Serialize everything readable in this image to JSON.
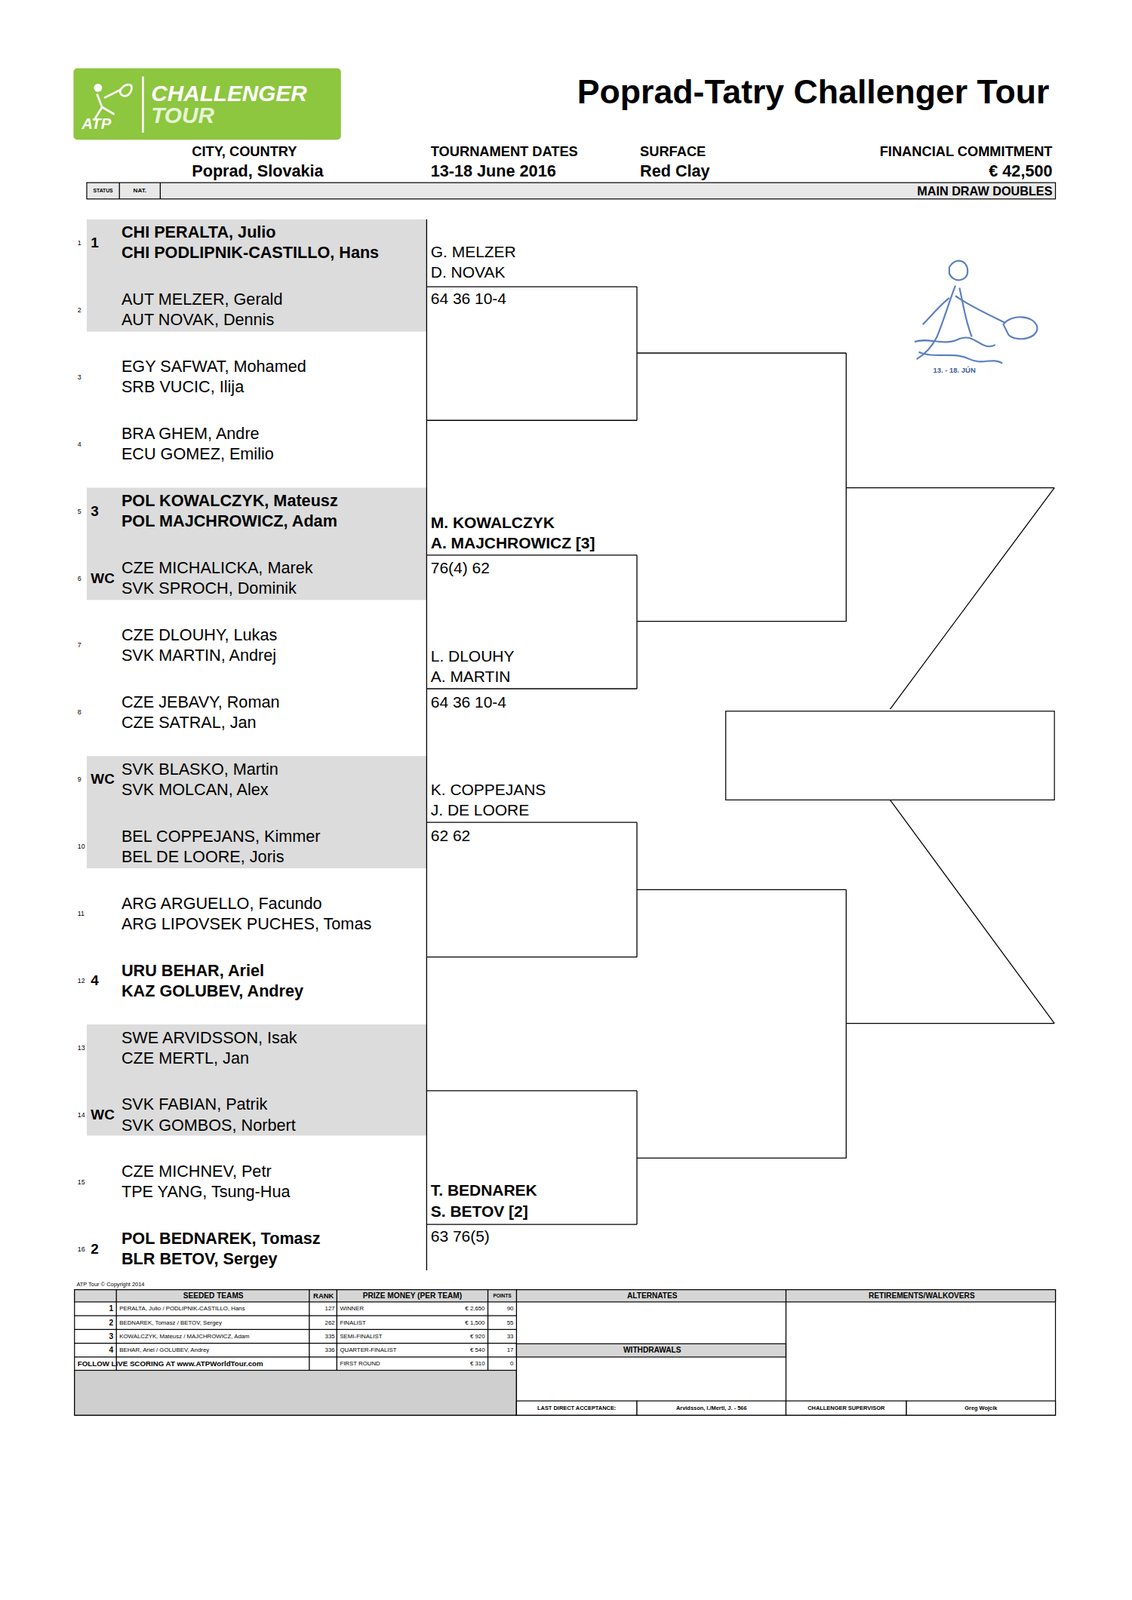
{
  "diagram": {
    "title": "Poprad-Tatry Challenger Tour",
    "nodes": [
      {
        "text": [
          "1",
          "1",
          "CHI PERALTA, Julio",
          "CHI PODLIPNIK-CASTILLO, Hans"
        ]
      },
      {
        "text": [
          "2",
          "AUT MELZER, Gerald",
          "AUT NOVAK, Dennis"
        ]
      },
      {
        "text": [
          "3",
          "EGY SAFWAT, Mohamed",
          "SRB VUCIC, Ilija"
        ]
      },
      {
        "text": [
          "4",
          "BRA GHEM, Andre",
          "ECU GOMEZ, Emilio"
        ]
      },
      {
        "text": [
          "5",
          "3",
          "POL KOWALCZYK, Mateusz",
          "POL MAJCHROWICZ, Adam"
        ]
      },
      {
        "text": [
          "6",
          "WC",
          "CZE MICHALICKA, Marek",
          "SVK SPROCH, Dominik"
        ]
      },
      {
        "text": [
          "7",
          "CZE DLOUHY, Lukas",
          "SVK MARTIN, Andrej"
        ]
      },
      {
        "text": [
          "8",
          "CZE JEBAVY, Roman",
          "CZE SATRAL, Jan"
        ]
      },
      {
        "text": [
          "9",
          "WC",
          "SVK BLASKO, Martin",
          "SVK MOLCAN, Alex"
        ]
      },
      {
        "text": [
          "10",
          "BEL COPPEJANS, Kimmer",
          "BEL DE LOORE, Joris"
        ]
      },
      {
        "text": [
          "11",
          "ARG ARGUELLO, Facundo",
          "ARG LIPOVSEK PUCHES, Tomas"
        ]
      },
      {
        "text": [
          "12",
          "4",
          "URU BEHAR, Ariel",
          "KAZ GOLUBEV, Andrey"
        ]
      },
      {
        "text": [
          "13",
          "SWE ARVIDSSON, Isak",
          "CZE MERTL, Jan"
        ]
      },
      {
        "text": [
          "14",
          "WC",
          "SVK FABIAN, Patrik",
          "SVK GOMBOS, Norbert"
        ]
      },
      {
        "text": [
          "15",
          "CZE MICHNEV, Petr",
          "TPE YANG, Tsung-Hua"
        ]
      },
      {
        "text": [
          "16",
          "2",
          "POL BEDNAREK, Tomasz",
          "BLR BETOV, Sergey"
        ]
      }
    ],
    "labels": [
      "CHALLENGER",
      "TOUR",
      "ATP",
      "CITY, COUNTRY",
      "Poprad, Slovakia",
      "TOURNAMENT DATES",
      "13-18 June 2016",
      "SURFACE",
      "Red Clay",
      "FINANCIAL COMMITMENT",
      "€ 42,500",
      "STATUS",
      "NAT.",
      "MAIN DRAW DOUBLES",
      "13. - 18. JÚN",
      "G. MELZER",
      "D. NOVAK",
      "64 36 10-4",
      "M. KOWALCZYK",
      "A. MAJCHROWICZ [3]",
      "76(4) 62",
      "L. DLOUHY",
      "A. MARTIN",
      "64 36 10-4",
      "K. COPPEJANS",
      "J. DE LOORE",
      "62 62",
      "T. BEDNAREK",
      "S. BETOV [2]",
      "63 76(5)",
      "ATP Tour © Copyright 2014",
      "SEEDED TEAMS",
      "RANK",
      "PRIZE MONEY (PER TEAM)",
      "POINTS",
      "ALTERNATES",
      "RETIREMENTS/WALKOVERS",
      "1",
      "PERALTA, Julio / PODLIPNIK-CASTILLO, Hans",
      "127",
      "WINNER",
      "€ 2,650",
      "90",
      "2",
      "BEDNAREK, Tomasz / BETOV, Sergey",
      "262",
      "FINALIST",
      "€ 1,500",
      "55",
      "3",
      "KOWALCZYK, Mateusz / MAJCHROWICZ, Adam",
      "335",
      "SEMI-FINALIST",
      "€ 920",
      "33",
      "4",
      "BEHAR, Ariel / GOLUBEV, Andrey",
      "336",
      "QUARTER-FINALIST",
      "€ 540",
      "17",
      "FOLLOW LIVE SCORING AT www.ATPWorldTour.com",
      "FIRST ROUND",
      "€ 310",
      "0",
      "WITHDRAWALS",
      "LAST DIRECT ACCEPTANCE:",
      "Arvidsson, I./Mertl, J. - 566",
      "CHALLENGER SUPERVISOR",
      "Greg Wojcik"
    ]
  }
}
